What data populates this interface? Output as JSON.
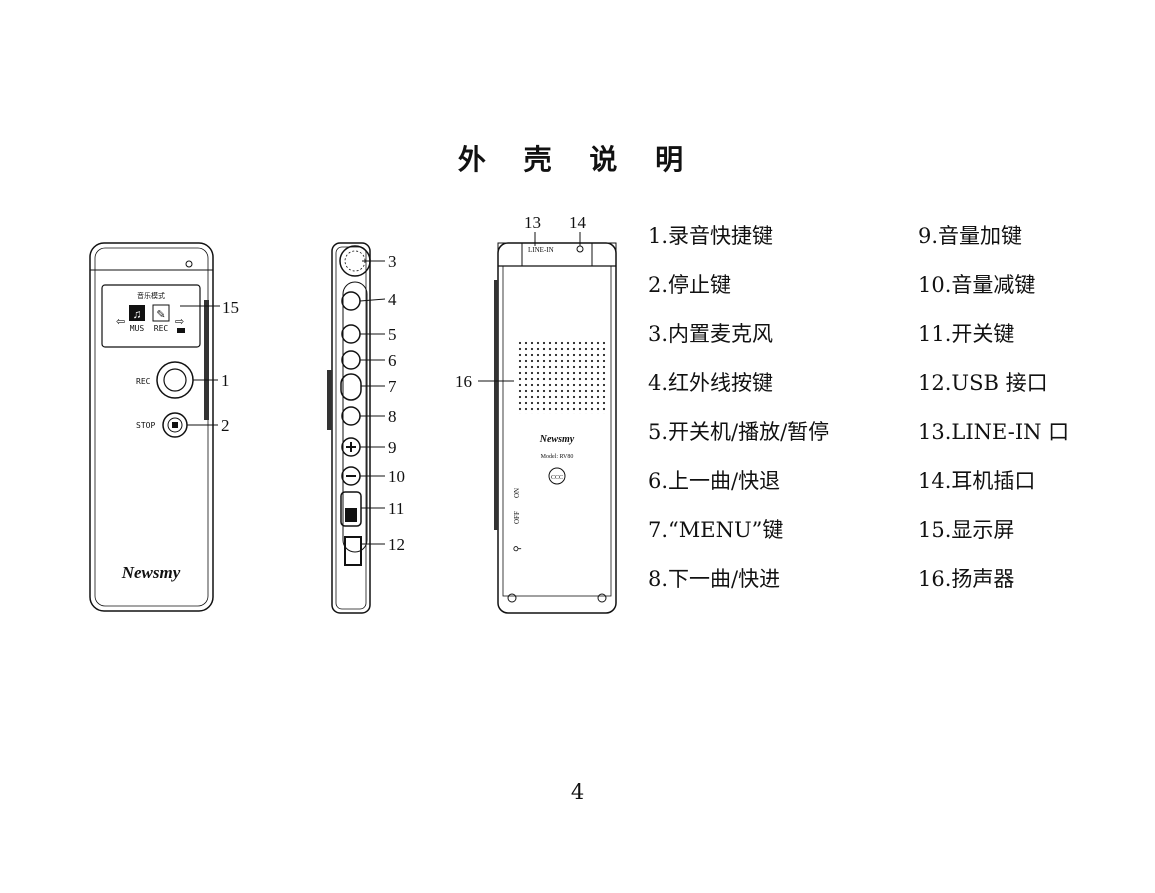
{
  "page": {
    "title": "外 壳 说 明",
    "page_number": "4"
  },
  "device_labels": {
    "rec": "REC",
    "stop": "STOP",
    "brand": "Newsmy",
    "screen_title": "音乐模式",
    "screen_mus": "MUS",
    "screen_rec": "REC",
    "line_in": "LINE-IN",
    "model": "Model: RV80",
    "off": "OFF",
    "on": "ON"
  },
  "callouts": {
    "c1": "1",
    "c2": "2",
    "c3": "3",
    "c4": "4",
    "c5": "5",
    "c6": "6",
    "c7": "7",
    "c8": "8",
    "c9": "9",
    "c10": "10",
    "c11": "11",
    "c12": "12",
    "c13": "13",
    "c14": "14",
    "c15": "15",
    "c16": "16"
  },
  "legend": {
    "col1": [
      "1.录音快捷键",
      "2.停止键",
      "3.内置麦克风",
      "4.红外线按键",
      "5.开关机/播放/暂停",
      "6.上一曲/快退",
      "7.“MENU”键",
      "8.下一曲/快进"
    ],
    "col2": [
      "9.音量加键",
      "10.音量减键",
      "11.开关键",
      "12.USB 接口",
      "13.LINE-IN 口",
      "14.耳机插口",
      "15.显示屏",
      "16.扬声器"
    ]
  }
}
